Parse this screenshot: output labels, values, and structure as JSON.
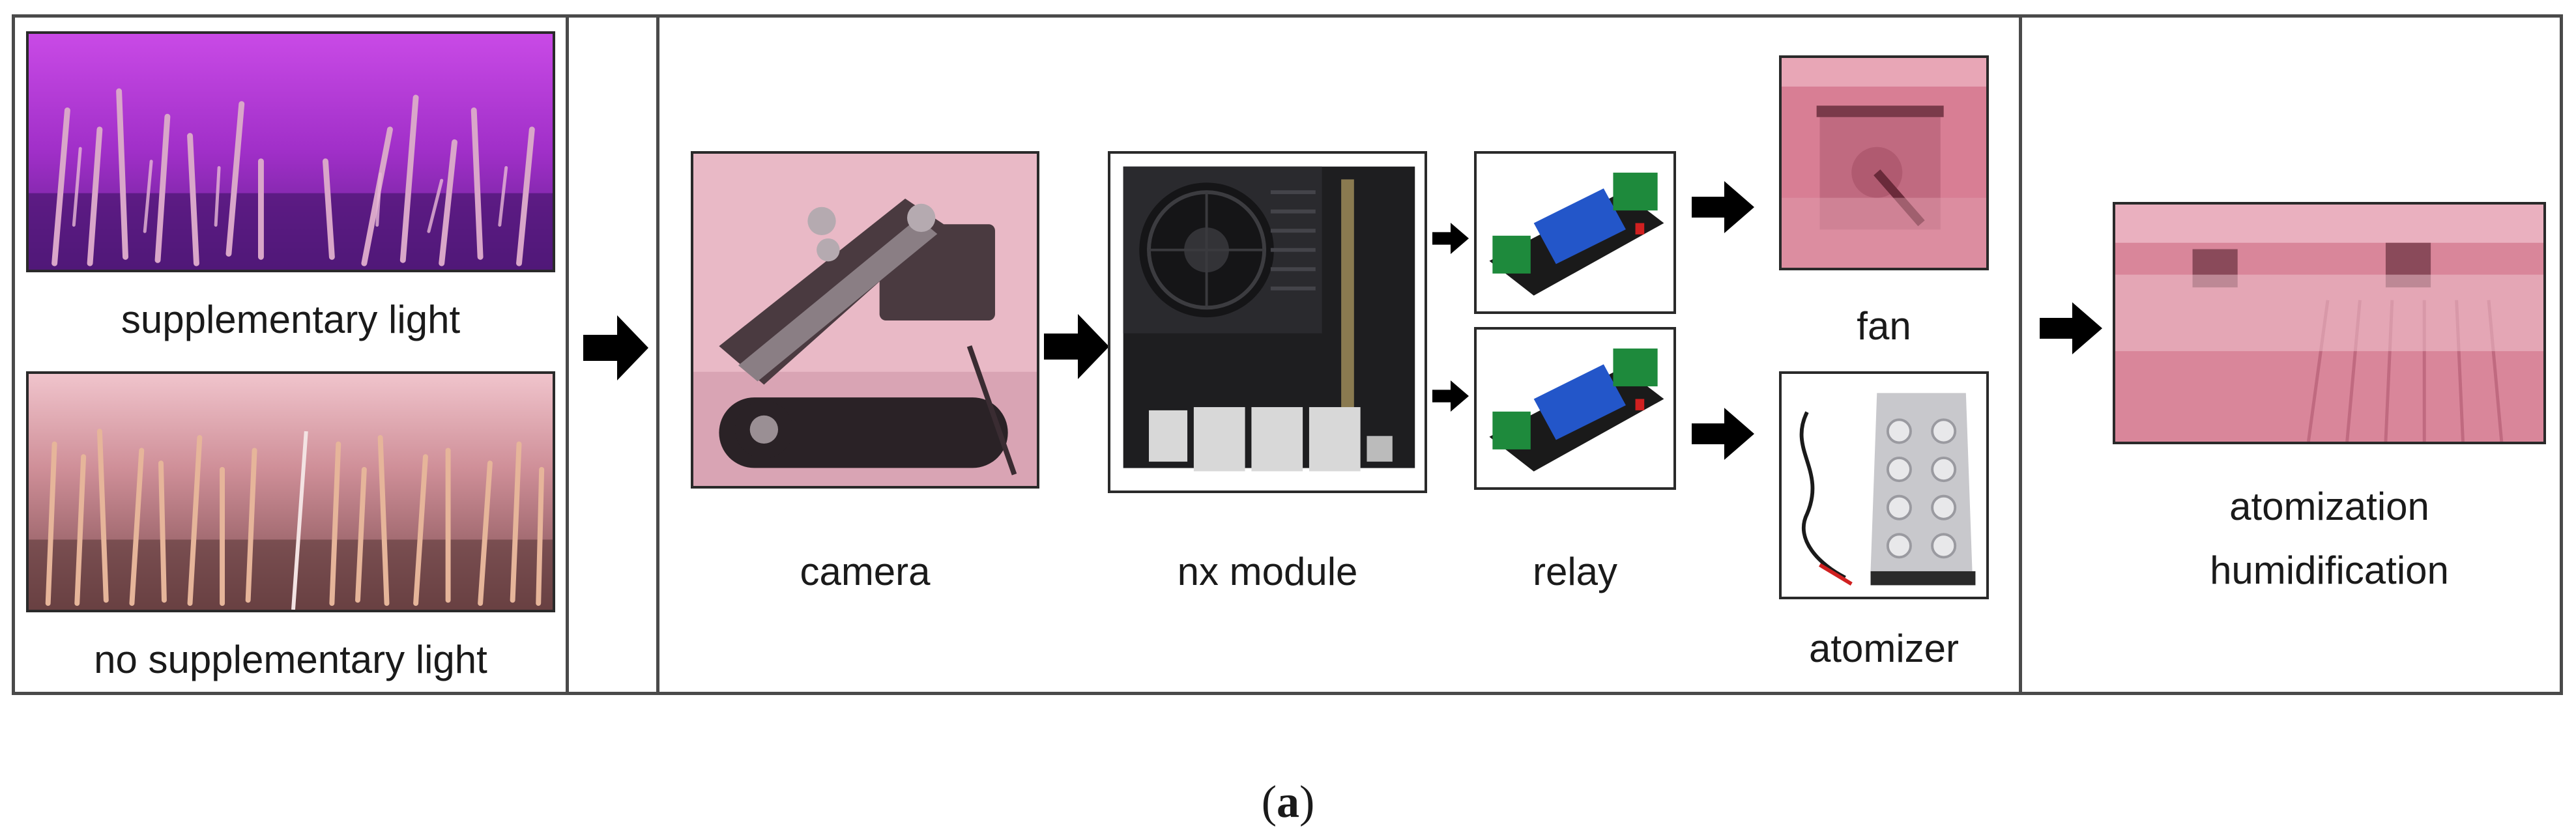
{
  "labels": {
    "supplementary": "supplementary light",
    "no_supplementary": "no supplementary light",
    "camera": "camera",
    "nx_module": "nx module",
    "relay": "relay",
    "fan": "fan",
    "atomizer": "atomizer",
    "atomization_line1": "atomization",
    "atomization_line2": "humidification"
  },
  "caption": {
    "open": "(",
    "letter": "a",
    "close": ")"
  },
  "colors": {
    "border": "#4a4a4a",
    "arrow": "#000000",
    "purple_light": "#b23bd6",
    "pink_tint": "#d98aa0"
  }
}
